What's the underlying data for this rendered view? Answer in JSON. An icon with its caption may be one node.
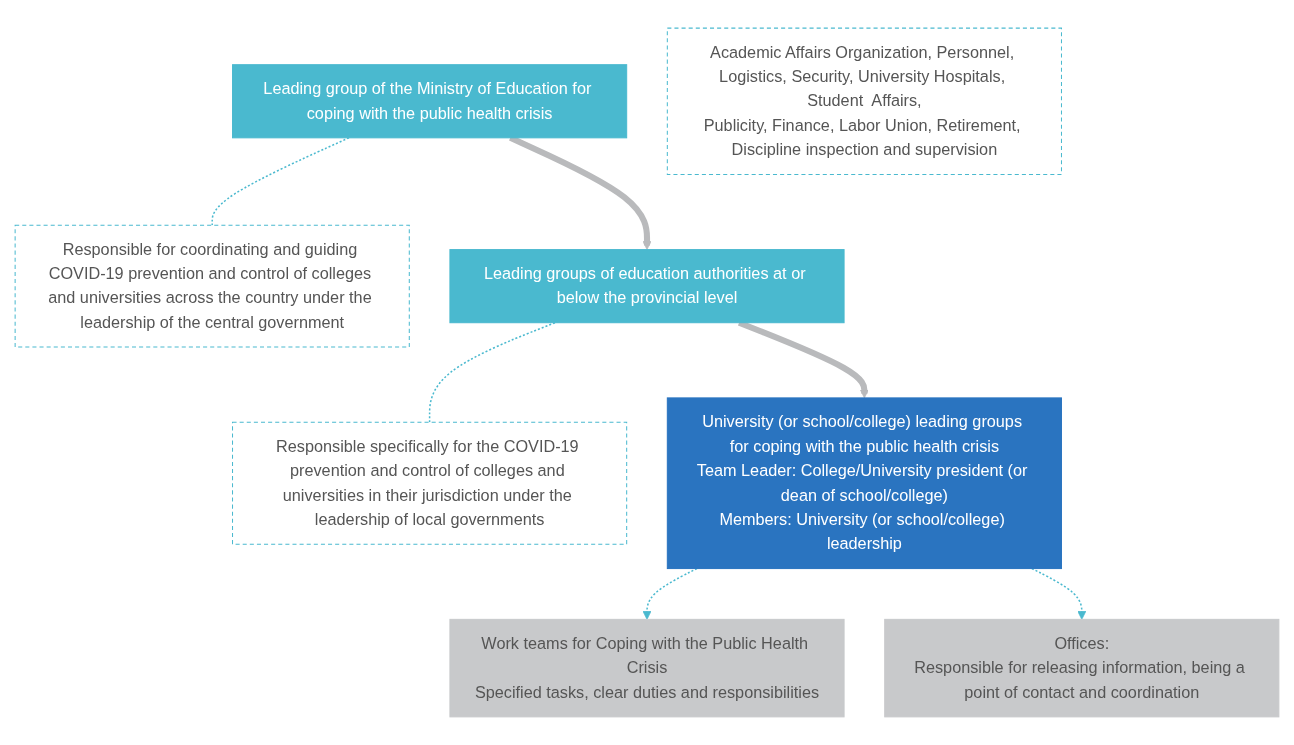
{
  "diagram": {
    "nodes": [
      {
        "text": [
          "Leading group of the Ministry of Education for coping with the public health crisis"
        ]
      },
      {
        "text": [
          "Responsible for coordinating and guiding COVID-19 prevention and control of colleges and universities across the country under the leadership of the central government"
        ]
      },
      {
        "text": [
          "Responsible specifically for the COVID-19 prevention and control of colleges and universities in their jurisdiction under the leadership of local governments"
        ]
      },
      {
        "text": [
          "Leading groups of education authorities at or below the provincial level"
        ]
      },
      {
        "text": [
          "University (or school/college) leading groups for coping with the public health crisis",
          "Team Leader: College/University president (or dean of school/college)",
          "Members: University (or school/college) leadership"
        ]
      },
      {
        "text": [
          "Work teams for Coping with the Public Health Crisis",
          "Specified tasks, clear duties and responsibilities"
        ]
      },
      {
        "text": [
          "Academic Affairs Organization, Personnel, Logistics, Security, University Hospitals, Student  Affairs,",
          "Publicity, Finance, Labor Union, Retirement, Discipline inspection and supervision"
        ]
      },
      {
        "text": [
          "Offices:",
          "Responsible for releasing information, being a point of contact and coordination"
        ]
      }
    ],
    "edges": [
      {
        "from": 0,
        "to": 1,
        "arrow": "none",
        "style": "dashed",
        "color": "#4ab9cf"
      },
      {
        "from": 0,
        "to": 3,
        "arrow": "to",
        "style": "thick",
        "color": "#b9babc"
      },
      {
        "from": 3,
        "to": 2,
        "arrow": "none",
        "style": "dashed",
        "color": "#4ab9cf"
      },
      {
        "from": 3,
        "to": 4,
        "arrow": "to",
        "style": "thick",
        "color": "#b9babc"
      },
      {
        "from": 4,
        "to": 5,
        "arrow": "to",
        "style": "dashed",
        "color": "#4ab9cf"
      },
      {
        "from": 4,
        "to": 7,
        "arrow": "to",
        "style": "dashed",
        "color": "#4ab9cf"
      }
    ]
  }
}
